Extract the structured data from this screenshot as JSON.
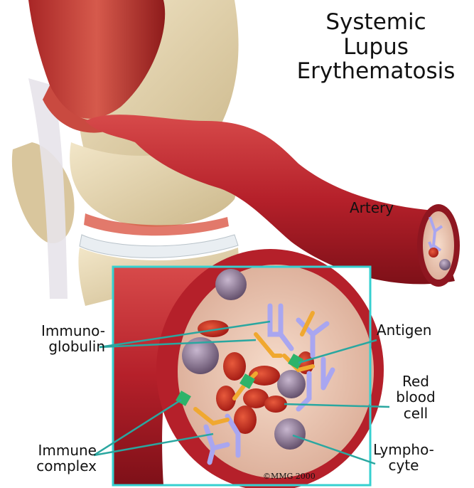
{
  "title": "Systemic\nLupus\nErythematosis",
  "labels": {
    "artery": "Artery",
    "immunoglobulin": "Immuno-\nglobulin",
    "antigen": "Antigen",
    "red_blood_cell": "Red\nblood\ncell",
    "immune_complex": "Immune\ncomplex",
    "lymphocyte": "Lympho-\ncyte"
  },
  "copyright": "©MMG 2000",
  "colors": {
    "artery": "#b5202a",
    "artery_inner": "#e8c4b0",
    "bone": "#e6d6b0",
    "muscle": "#c23a36",
    "inset_border": "#36d0d0",
    "leader_line": "#2aa7a0",
    "immunoglobulin": "#a9a6f0",
    "antigen": "#2db36a",
    "complex_link": "#f0a830",
    "rbc": "#c8261e",
    "lymphocyte": "#8f7a95"
  }
}
